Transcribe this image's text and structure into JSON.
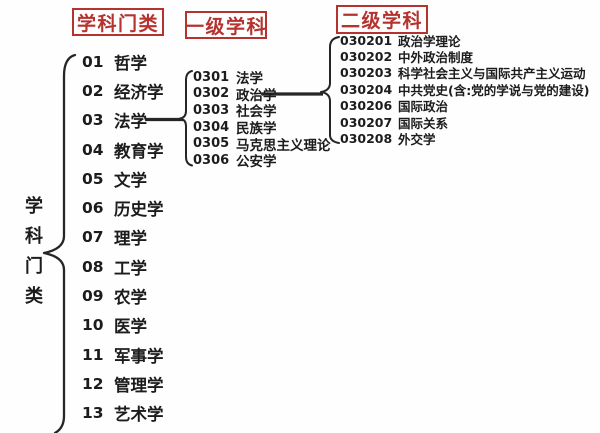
{
  "diagram": {
    "headers": {
      "category": "学科门类",
      "first_level": "一级学科",
      "second_level": "二级学科"
    },
    "side_label": {
      "text": "学科门类",
      "chars": {
        "0": "学",
        "1": "科",
        "2": "门",
        "3": "类"
      }
    },
    "categories": {
      "items": [
        {
          "code": "01",
          "name": "哲学"
        },
        {
          "code": "02",
          "name": "经济学"
        },
        {
          "code": "03",
          "name": "法学"
        },
        {
          "code": "04",
          "name": "教育学"
        },
        {
          "code": "05",
          "name": "文学"
        },
        {
          "code": "06",
          "name": "历史学"
        },
        {
          "code": "07",
          "name": "理学"
        },
        {
          "code": "08",
          "name": "工学"
        },
        {
          "code": "09",
          "name": "农学"
        },
        {
          "code": "10",
          "name": "医学"
        },
        {
          "code": "11",
          "name": "军事学"
        },
        {
          "code": "12",
          "name": "管理学"
        },
        {
          "code": "13",
          "name": "艺术学"
        }
      ]
    },
    "first_level": {
      "items": [
        {
          "code": "0301",
          "name": "法学"
        },
        {
          "code": "0302",
          "name": "政治学"
        },
        {
          "code": "0303",
          "name": "社会学"
        },
        {
          "code": "0304",
          "name": "民族学"
        },
        {
          "code": "0305",
          "name": "马克思主义理论"
        },
        {
          "code": "0306",
          "name": "公安学"
        }
      ]
    },
    "second_level": {
      "items": [
        {
          "code": "030201",
          "name": "政治学理论"
        },
        {
          "code": "030202",
          "name": "中外政治制度"
        },
        {
          "code": "030203",
          "name": "科学社会主义与国际共产主义运动"
        },
        {
          "code": "030204",
          "name": "中共党史(含:党的学说与党的建设)"
        },
        {
          "code": "030206",
          "name": "国际政治"
        },
        {
          "code": "030207",
          "name": "国际关系"
        },
        {
          "code": "030208",
          "name": "外交学"
        }
      ]
    },
    "colors": {
      "accent_red": "#b5322e",
      "text": "#1c1c1c",
      "line": "#262626",
      "background": "#fefefe"
    }
  }
}
